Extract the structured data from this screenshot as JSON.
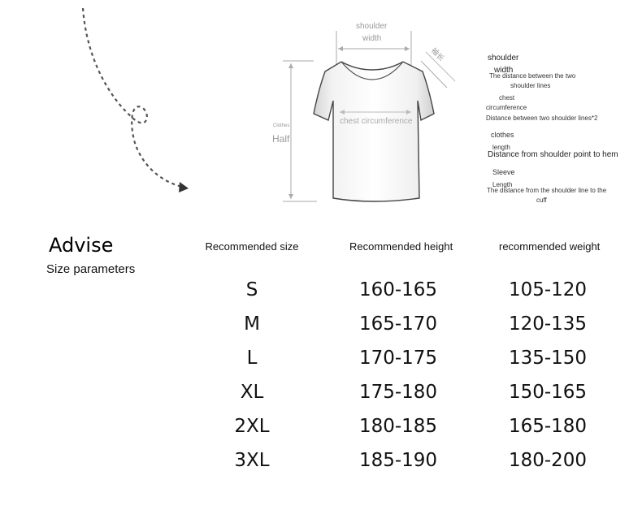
{
  "diagram": {
    "shoulder_width_label_line1": "shoulder",
    "shoulder_width_label_line2": "width",
    "chest_label": "chest circumference",
    "clothes_label": "Clothes",
    "half_label": "Half",
    "sleeve_tag": "袖长"
  },
  "legend": [
    {
      "title": "shoulder",
      "title2": "width",
      "desc": "The distance between the two",
      "desc2": "shoulder lines"
    },
    {
      "title": "chest",
      "title2": "circumference",
      "desc": "Distance between two shoulder lines*2",
      "desc2": ""
    },
    {
      "title": "clothes",
      "title2": "length",
      "desc": "Distance from shoulder point to hem",
      "desc2": ""
    },
    {
      "title": "Sleeve",
      "title2": "Length",
      "desc": "The distance from the shoulder line to the",
      "desc2": "cuff"
    }
  ],
  "advise": {
    "title": "Advise",
    "subtitle": "Size parameters"
  },
  "table": {
    "headers": [
      "Recommended size",
      "Recommended height",
      "recommended weight"
    ],
    "rows": [
      [
        "S",
        "160-165",
        "105-120"
      ],
      [
        "M",
        "165-170",
        "120-135"
      ],
      [
        "L",
        "170-175",
        "135-150"
      ],
      [
        "XL",
        "175-180",
        "150-165"
      ],
      [
        "2XL",
        "180-185",
        "165-180"
      ],
      [
        "3XL",
        "185-190",
        "180-200"
      ]
    ]
  },
  "colors": {
    "text": "#111111",
    "diagram_gray": "#9a9a9a",
    "background": "#ffffff"
  },
  "icons": [
    "dashed-curved-arrow-icon",
    "tshirt-icon"
  ]
}
